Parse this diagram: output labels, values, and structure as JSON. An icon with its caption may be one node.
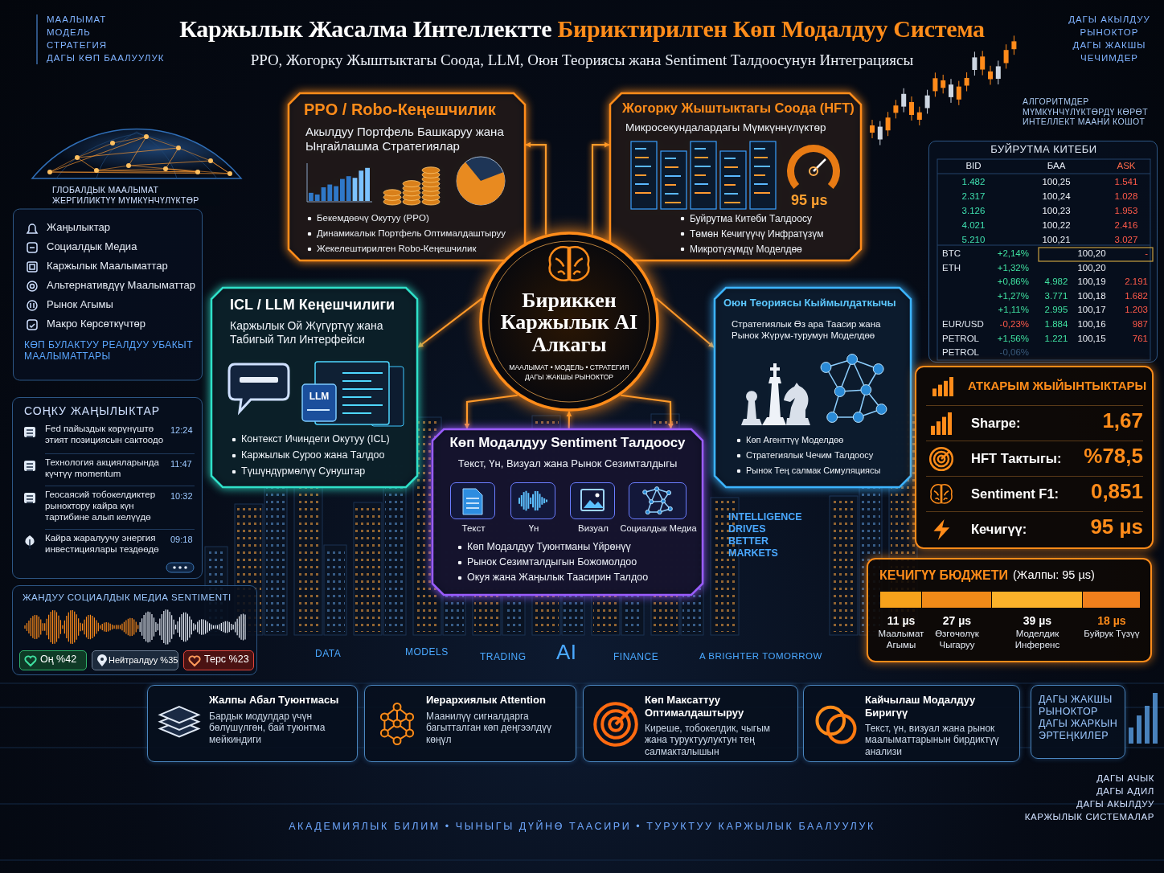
{
  "diagram": {
    "title": "Каржылык Жасалма Интеллектте **Бириктирилген Көп Модалдуу Система**",
    "nodes": [
      {
        "text": [
          "PPO / Robo-Кеңешчилик",
          "Акылдуу Портфель Башкаруу жана Ыңгайлашма Стратегиялар",
          "Бекемдөөчү Окутуу (PPO)",
          "Динамикалык Портфель Оптималдаштыруу",
          "Жекелештирилген Robo-Кеңешчилик"
        ]
      },
      {
        "text": [
          "Жогорку Жыштыктагы Соода (HFT)",
          "Микросекундалардагы Мүмкүннүлүктөр",
          "95 µs",
          "Буйрутма Китеби Талдоосу",
          "Төмөн Кечигүүчү Инфратүзүм",
          "Микротүзүмдү Моделдөө"
        ]
      },
      {
        "text": [
          "ГЛОБАЛДЫК МААЛЫМАТ ЖЕРГИЛИКТҮҮ МҮМКҮНЧҮЛҮКТӨР",
          "Жаңылыктар",
          "Социалдык Медиа",
          "Каржылык Маалыматтар",
          "Альтернативдүү Маалыматтар",
          "Рынок Агымы",
          "Макро Көрсөткүчтөр",
          "КӨП БУЛАКТУУ РЕАЛДУУ УБАКЫТ МААЛЫМАТТАРЫ"
        ]
      },
      {
        "text": [
          "ICL / LLM Кеңешчилиги",
          "Каржылык Ой Жүгүртүү жана Табигый Тил Интерфейси",
          "LLM",
          "Контекст Ичиндеги Окутуу (ICL)",
          "Каржылык Суроо жана Талдоо",
          "Түшүндүрмөлүү Сунуштар"
        ]
      },
      {
        "text": [
          "Бириккен Каржылык AI Алкагы",
          "МААЛЫМАТ • МОДЕЛЬ • СТРАТЕГИЯ",
          "ДАГЫ ЖАКШЫ РЫНОКТОР"
        ]
      },
      {
        "text": [
          "Оюн Теориясы Кыймылдаткычы",
          "Стратегиялык Өз ара Таасир жана Рынок Жүрүм-турумун Моделдөө",
          "Көп Агенттүү Моделдөө",
          "Стратегиялык Чечим Талдоосу",
          "Рынок Тең салмак Симуляциясы"
        ]
      },
      {
        "text": [
          "БУЙРУТМА КИТЕБИ",
          "BID",
          "БАА",
          "ASK",
          "1.482",
          "100,25",
          "1.541",
          "2.317",
          "100,24",
          "1.028",
          "3.126",
          "100,23",
          "1.953",
          "4.021",
          "100,22",
          "2.416",
          "5.210",
          "100,21",
          "3.027",
          "BTC",
          "+2,14%",
          "100,20",
          "-",
          "ETH",
          "+1,32%",
          "100,20",
          "+0,86%",
          "4.982",
          "100,19",
          "2.191",
          "+1,27%",
          "3.771",
          "100,18",
          "1.682",
          "+1,11%",
          "2.995",
          "100,17",
          "1.203",
          "EUR/USD",
          "-0,23%",
          "1.884",
          "100,16",
          "987",
          "PETROL",
          "+1,56%",
          "1.221",
          "100,15",
          "761",
          "PETROL",
          "-0,06%"
        ]
      },
      {
        "text": [
          "СОҢКУ ЖАҢЫЛЫКТАР",
          "Fed пайыздык көрүнүштө этият позициясын сактоодо",
          "12:24",
          "Технология акцияларында күчтүү momentum",
          "11:47",
          "Геосаясий тобокелдиктер рыноктору кайра күн тартибине алып келүүдө",
          "10:32",
          "Кайра жаралуучу энергия инвестициялары тездөөдө",
          "09:18"
        ]
      },
      {
        "text": [
          "АТКАРЫМ ЖЫЙЫНТЫКТАРЫ",
          "Sharpe:",
          "1,67",
          "HFT Тактыгы:",
          "%78,5",
          "Sentiment F1:",
          "0,851",
          "Кечигүү:",
          "95 µs"
        ]
      },
      {
        "text": [
          "Көп Модалдуу Sentiment Талдоосу",
          "Текст, Үн, Визуал жана Рынок Сезимталдыгы",
          "Көп Модалдуу Туюнтманы Үйрөнүү",
          "Рынок Сезимталдыгын Божомолдоо",
          "Окуя жана Жаңылык Таасирин Талдоо"
        ]
      },
      {
        "text": [
          "Текст"
        ],
        "in": 9
      },
      {
        "text": [
          "Үн"
        ],
        "in": 9
      },
      {
        "text": [
          "Визуал"
        ],
        "in": 9
      },
      {
        "text": [
          "Социалдык Медиа"
        ],
        "in": 9
      },
      {
        "text": [
          "ЖАНДУУ СОЦИАЛДЫК МЕДИА SENTIMENTI",
          "Оң %42",
          "Нейтралдуу %35",
          "Терс %23"
        ]
      },
      {
        "text": [
          "КЕЧИГҮҮ БЮДЖЕТИ",
          "(Жалпы: 95 µs)",
          "11 µs",
          "Маалымат Агымы",
          "27 µs",
          "Өзгөчөлүк Чыгаруу",
          "39 µs",
          "Моделдик Инференс",
          "18 µs",
          "Буйрук Түзүү"
        ]
      },
      {
        "text": [
          "Жалпы Абал Туюнтмасы",
          "Бардык модулдар үчүн бөлүшүлгөн, бай туюнтма мейкиндиги"
        ]
      },
      {
        "text": [
          "Иерархиялык Attention",
          "Маанилүү сигналдарга багытталган көп деңгээлдүү көңүл"
        ]
      },
      {
        "text": [
          "Көп Максаттуу Оптималдаштыруу",
          "Киреше, тобокелдик, чыгым жана туруктуулуктун тең салмакталышын"
        ]
      },
      {
        "text": [
          "Кайчылаш Модалдуу Биригүү",
          "Текст, үн, визуал жана рынок маалыматтарынын бирдиктүү анализи"
        ]
      },
      {
        "text": [
          "ДАГЫ ЖАКШЫ РЫНОКТОР ДАГЫ ЖАРКЫН ЭРТЕҢКИЛЕР"
        ]
      }
    ],
    "edges": [
      {
        "from": 4,
        "to": 0,
        "arrow": "to"
      },
      {
        "from": 4,
        "to": 1,
        "arrow": "to"
      },
      {
        "from": 4,
        "to": 3,
        "arrow": "to"
      },
      {
        "from": 4,
        "to": 5,
        "arrow": "to"
      },
      {
        "from": 4,
        "to": 9,
        "arrow": "to"
      },
      {
        "from": 9,
        "to": 4,
        "arrow": "to"
      },
      {
        "from": 4,
        "to": 9,
        "arrow": "to"
      }
    ],
    "labels": [
      "PPO, Жогорку Жыштыктагы Соода, LLM, Оюн Теориясы жана Sentiment Талдоосунун Интеграциясы",
      "МААЛЫМАТ",
      "МОДЕЛЬ",
      "СТРАТЕГИЯ",
      "ДАГЫ КӨП БААЛУУЛУК",
      "ДАГЫ АКЫЛДУУ",
      "РЫНОКТОР",
      "ДАГЫ ЖАКШЫ",
      "ЧЕЧИМДЕР",
      "АЛГОРИТМДЕР МҮМКҮНЧҮЛҮКТӨРДҮ КӨРӨТ ИНТЕЛЛЕКТ МААНИ КОШОТ",
      "INTELLIGENCE DRIVES BETTER MARKETS",
      "DATA",
      "MODELS",
      "TRADING",
      "AI",
      "FINANCE",
      "A BRIGHTER TOMORROW",
      "АКАДЕМИЯЛЫК БИЛИМ • ЧЫНЫГЫ ДҮЙНӨ ТААСИРИ • ТУРУКТУУ КАРЖЫЛЫК БААЛУУЛУК",
      "ДАГЫ АЧЫК",
      "ДАГЫ АДИЛ",
      "ДАГЫ АКЫЛДУУ",
      "КАРЖЫЛЫК СИСТЕМАЛАР"
    ]
  }
}
